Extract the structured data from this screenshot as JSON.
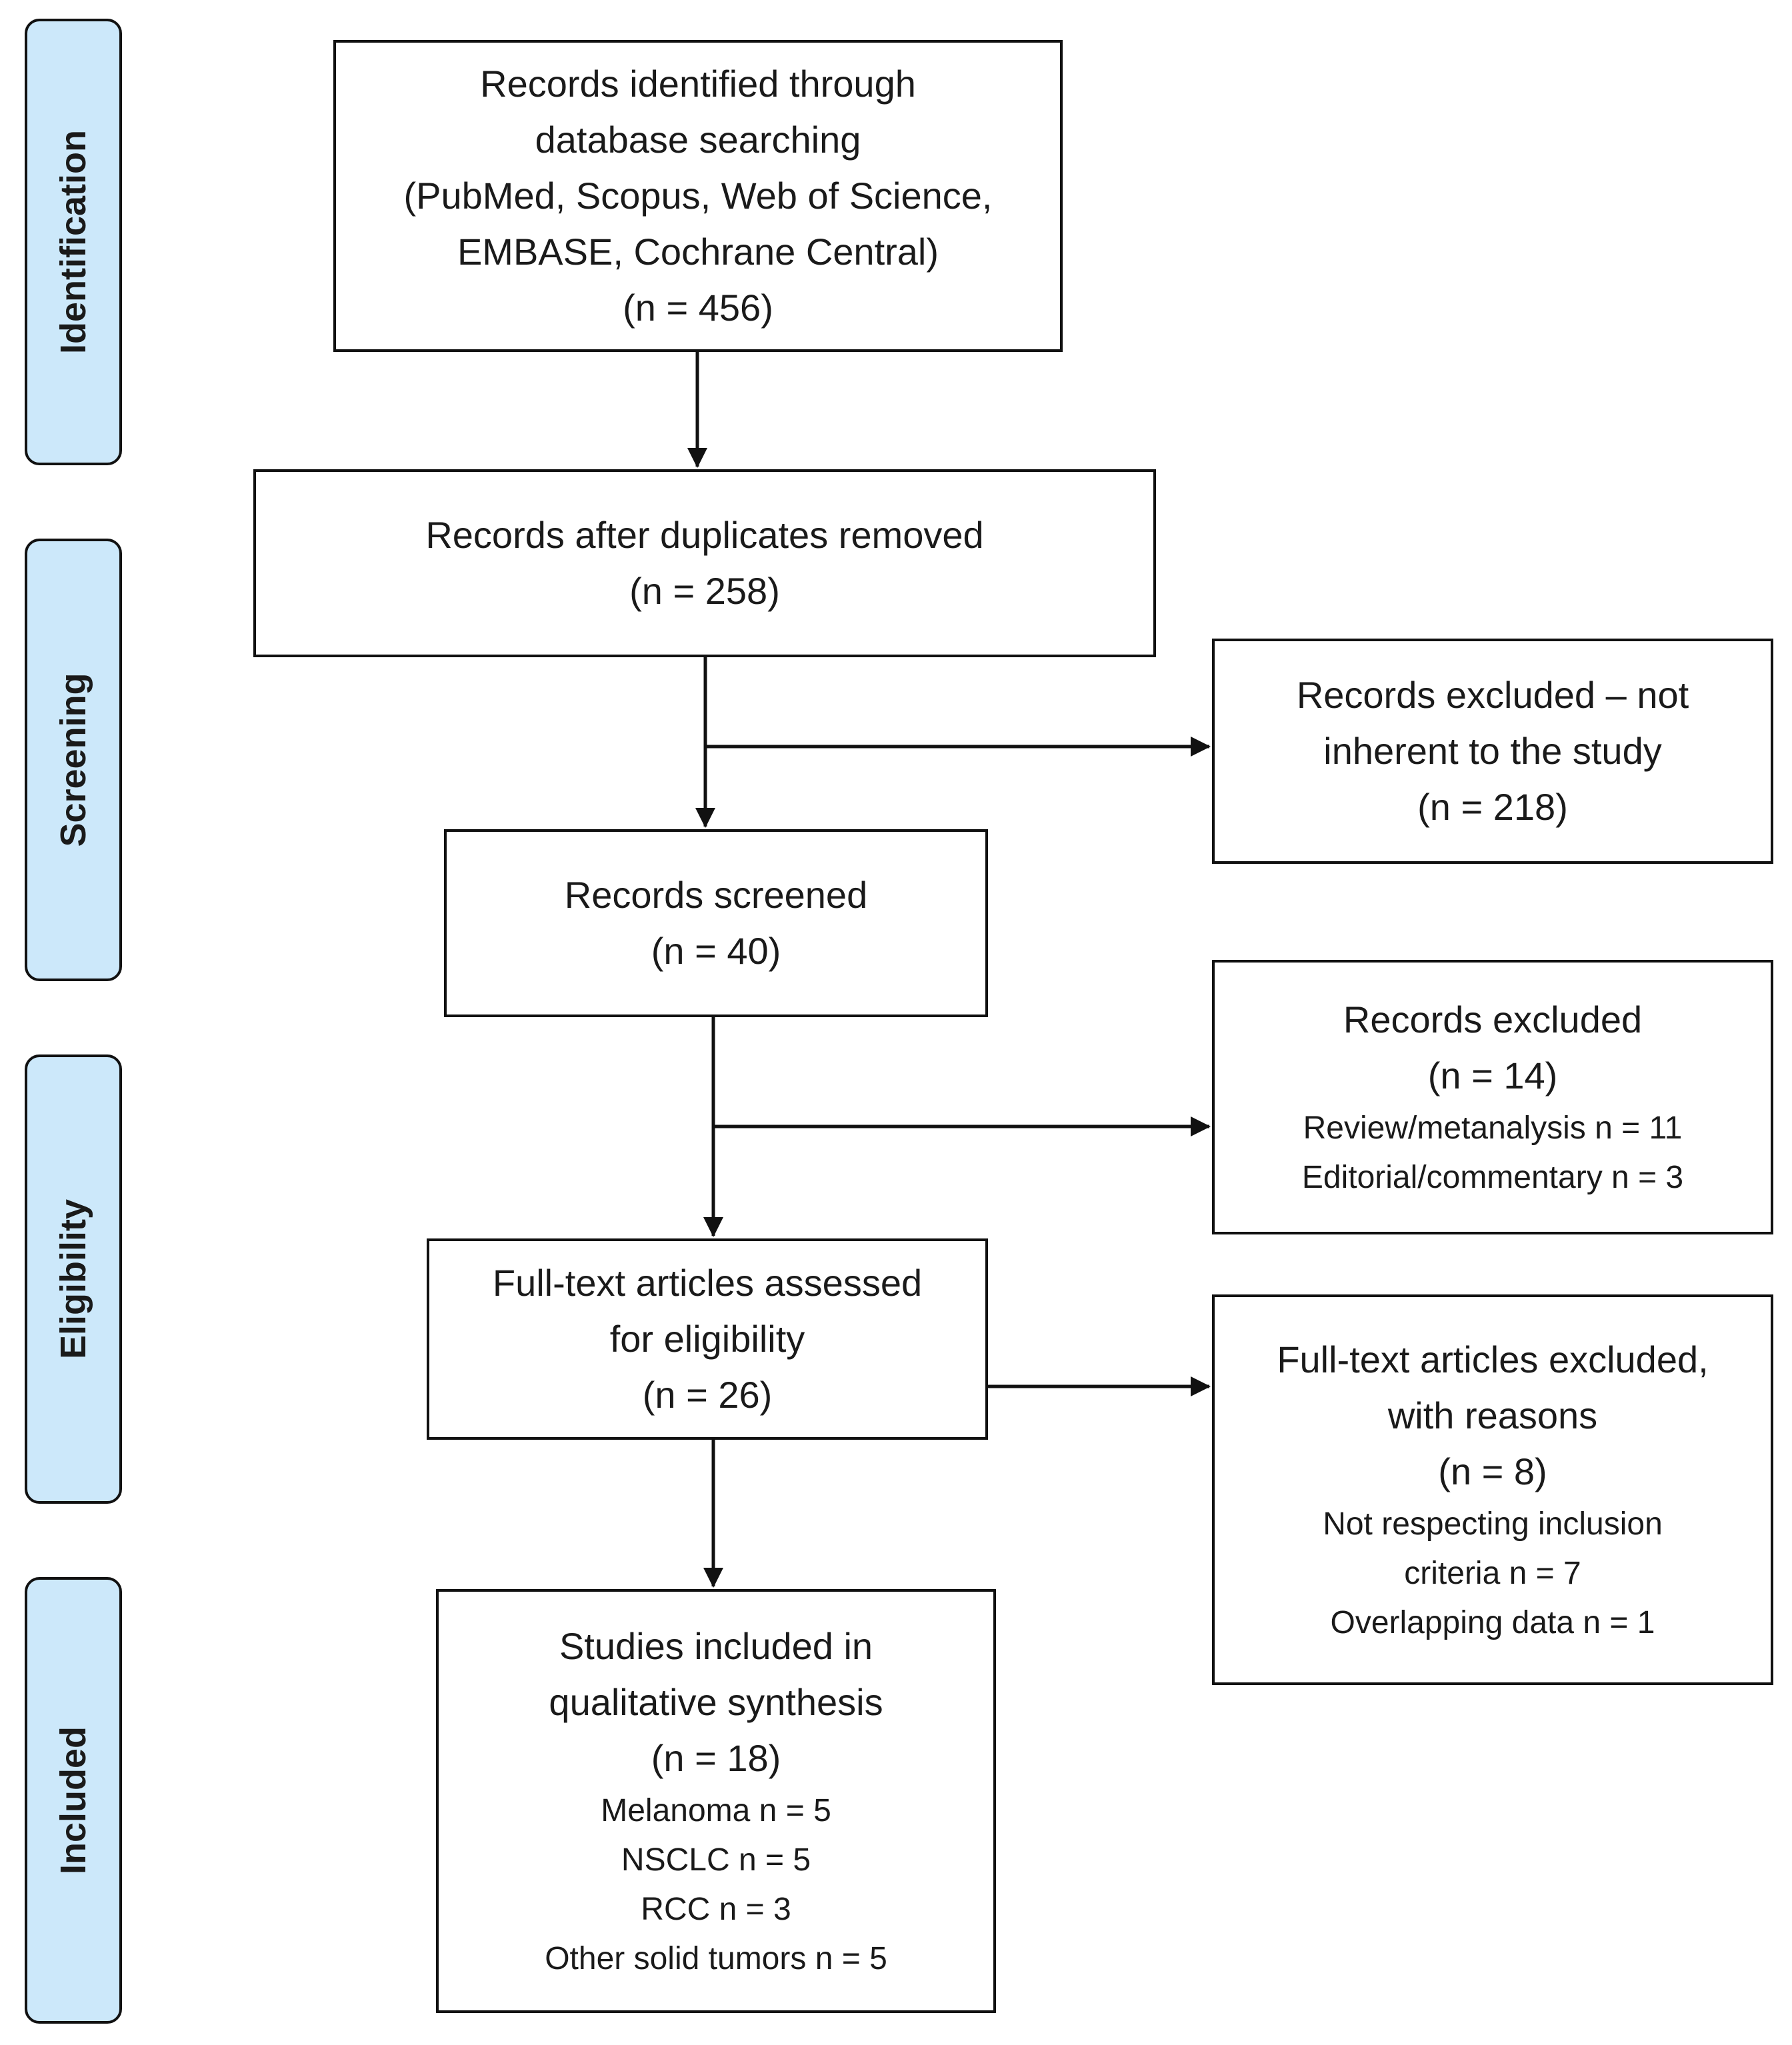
{
  "phases": {
    "identification": "Identification",
    "screening": "Screening",
    "eligibility": "Eligibility",
    "included": "Included"
  },
  "boxes": {
    "identified": {
      "lines": [
        "Records identified through",
        "database searching",
        "(PubMed, Scopus, Web of Science,",
        "EMBASE,  Cochrane Central)",
        "(n = 456)"
      ]
    },
    "after_duplicates": {
      "lines": [
        "Records after duplicates removed",
        "(n =  258)"
      ]
    },
    "excluded_not_inherent": {
      "lines": [
        "Records excluded – not",
        "inherent to the study",
        "(n =  218)"
      ]
    },
    "screened": {
      "lines": [
        "Records screened",
        "(n = 40)"
      ]
    },
    "records_excluded": {
      "lines": [
        "Records excluded",
        "(n =  14)"
      ],
      "details": [
        "Review/metanalysis n = 11",
        "Editorial/commentary   n = 3"
      ]
    },
    "full_text_assessed": {
      "lines": [
        "Full-text articles assessed",
        "for eligibility",
        "(n = 26)"
      ]
    },
    "full_text_excluded": {
      "lines": [
        "Full-text articles excluded,",
        "with reasons",
        "(n = 8)"
      ],
      "details": [
        "Not respecting  inclusion",
        "criteria  n = 7",
        "Overlapping  data n = 1"
      ]
    },
    "included": {
      "lines": [
        "Studies included in",
        "qualitative synthesis",
        "(n = 18)"
      ],
      "details": [
        "Melanoma n = 5",
        "NSCLC n = 5",
        "RCC n = 3",
        "Other solid tumors  n = 5"
      ]
    }
  },
  "colors": {
    "phase_fill": "#cce8fa",
    "line": "#111111"
  }
}
